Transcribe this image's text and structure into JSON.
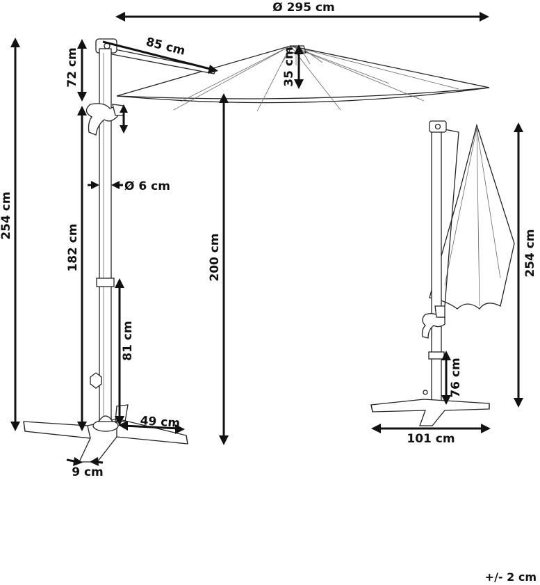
{
  "diagram": {
    "dimensions": {
      "canopy_diameter": "Ø 295 cm",
      "arm_length": "85 cm",
      "canopy_depth": "35 cm",
      "top_section": "72 cm",
      "total_height_left": "254 cm",
      "mid_section": "182 cm",
      "pole_diameter": "Ø 6 cm",
      "clearance": "200 cm",
      "lower_section": "81 cm",
      "base_arm": "49 cm",
      "base_width": "9 cm",
      "total_height_right": "254 cm",
      "folded_lower": "76 cm",
      "base_span": "101 cm"
    },
    "tolerance": "+/- 2 cm"
  }
}
